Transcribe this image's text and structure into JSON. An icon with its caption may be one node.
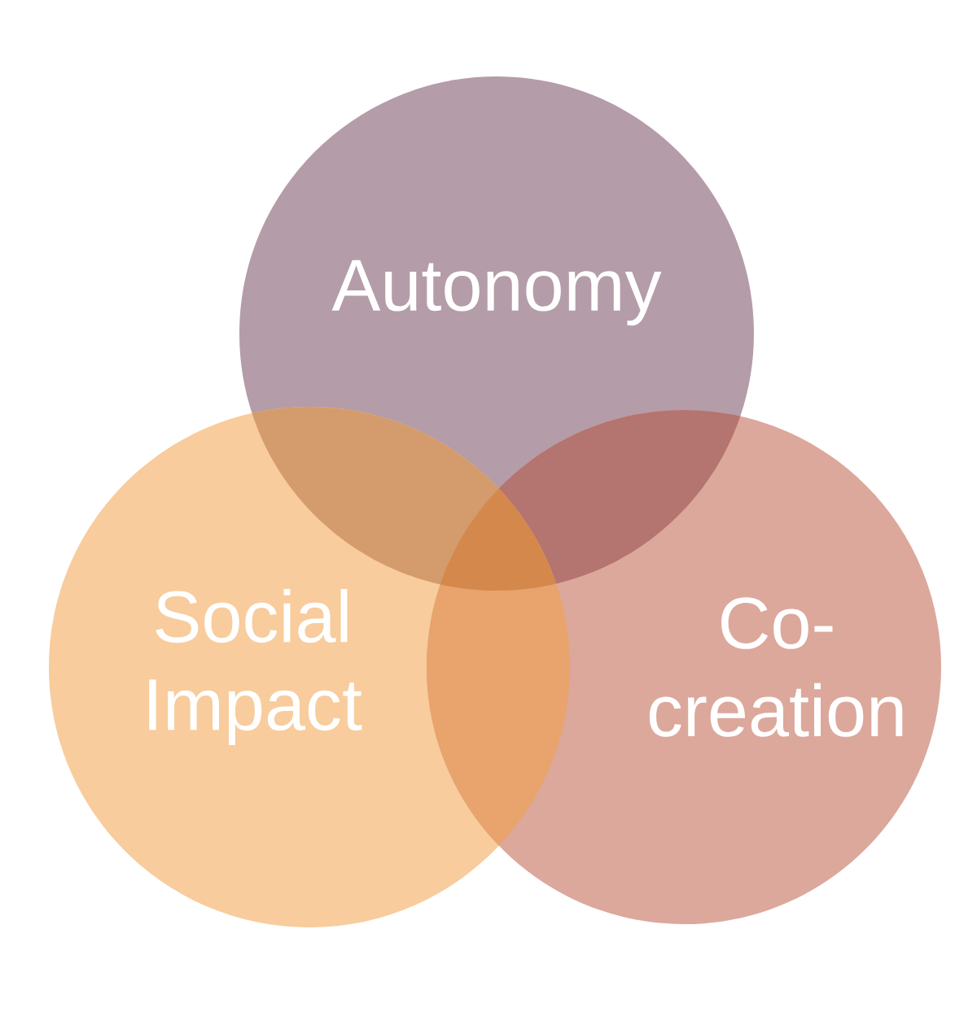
{
  "diagram": {
    "nodes": [
      {
        "text": [
          "Autonomy"
        ]
      },
      {
        "text": [
          "Social Impact"
        ]
      },
      {
        "text": [
          "Co-creation"
        ]
      }
    ]
  }
}
